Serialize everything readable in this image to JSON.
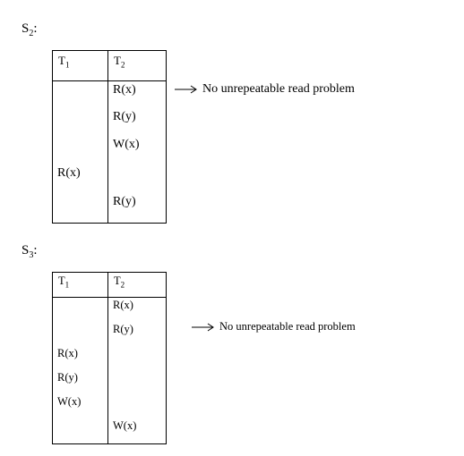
{
  "s2": {
    "label_main": "S",
    "label_sub": "2",
    "label_suffix": ":",
    "headers": [
      {
        "main": "T",
        "sub": "1"
      },
      {
        "main": "T",
        "sub": "2"
      }
    ],
    "t1_ops": [
      "R(x)"
    ],
    "t2_ops": [
      "R(x)",
      "R(y)",
      "W(x)",
      "R(y)"
    ],
    "note": "No unrepeatable read problem"
  },
  "s3": {
    "label_main": "S",
    "label_sub": "3",
    "label_suffix": ":",
    "headers": [
      {
        "main": "T",
        "sub": "1"
      },
      {
        "main": "T",
        "sub": "2"
      }
    ],
    "t1_ops": [
      "R(x)",
      "R(y)",
      "W(x)"
    ],
    "t2_ops": [
      "R(x)",
      "R(y)",
      "W(x)"
    ],
    "note": "No unrepeatable read problem"
  }
}
